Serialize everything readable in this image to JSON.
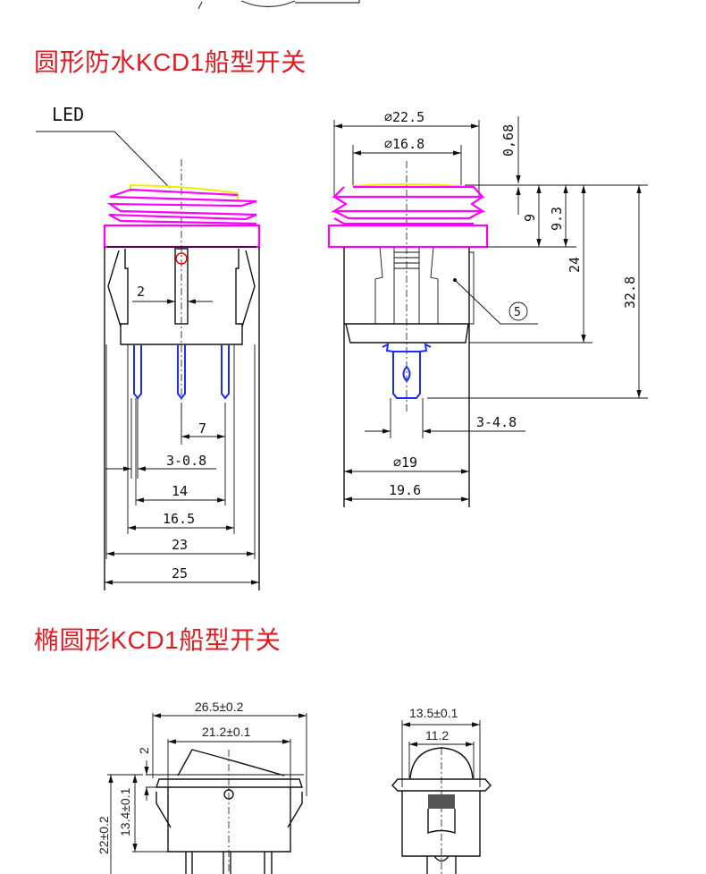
{
  "sections": [
    {
      "title": "圆形防水KCD1船型开关"
    },
    {
      "title": "椭圆形KCD1船型开关"
    }
  ],
  "round_side_view": {
    "led_label": "LED",
    "dims": {
      "pin_width": "2",
      "pin_pitch": "7",
      "pin_thickness": "3-0.8",
      "pin_span": "14",
      "body_bottom": "16.5",
      "clip_width": "23",
      "flange_width": "25"
    }
  },
  "round_front_view": {
    "dims": {
      "cap_outer": "⌀22.5",
      "cap_inner": "⌀16.8",
      "led_offset": "0,68",
      "cap_height": "9",
      "cap_total": "9.3",
      "body_depth": "24",
      "total_height": "32.8",
      "terminal": "3-4.8",
      "panel_hole": "⌀19",
      "body_width": "19.6"
    },
    "callout": "5"
  },
  "oval_side_view": {
    "dims": {
      "flange_length": "26.5±0.2",
      "body_length": "21.2±0.1",
      "rocker_height": "2",
      "total_height": "22±0.2",
      "body_height": "13.4±0.1"
    }
  },
  "oval_front_view": {
    "dims": {
      "flange_width": "13.5±0.1",
      "rocker_width": "11.2"
    }
  },
  "colors": {
    "title": "#e01b22",
    "cap": "#ff00ff",
    "led": "#eeee00",
    "terminal": "#1a2cff"
  }
}
